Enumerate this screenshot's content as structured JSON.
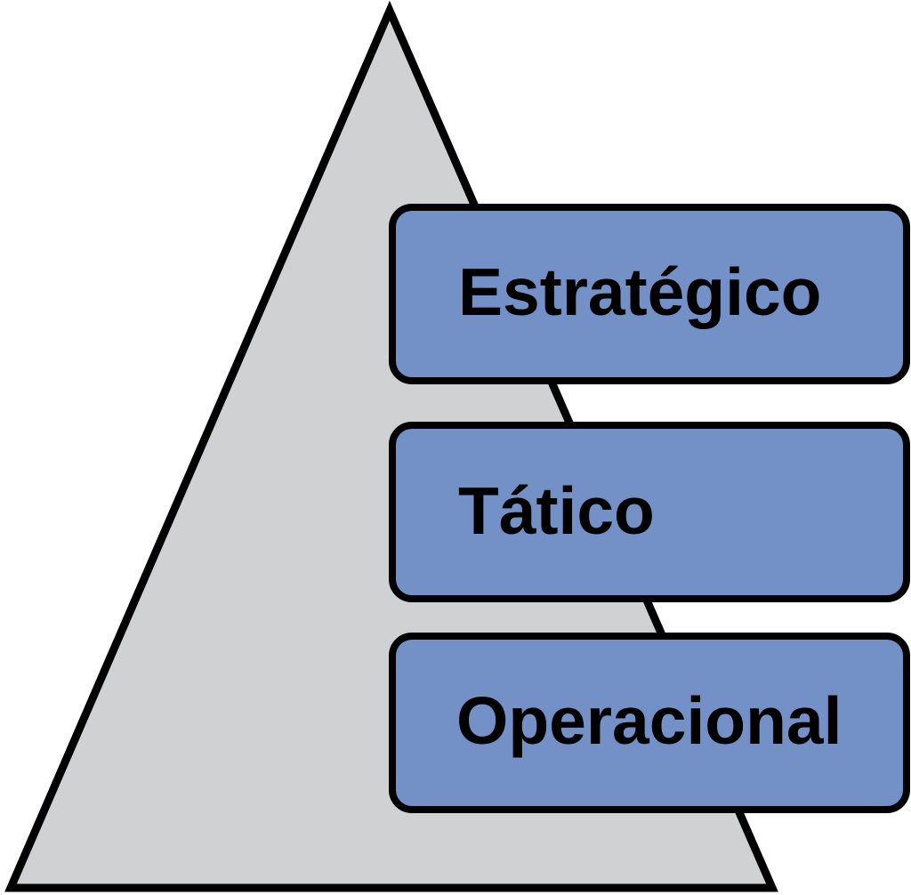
{
  "diagram": {
    "colors": {
      "pyramid_fill": "#d0d1d3",
      "box_fill": "#7390c7",
      "stroke": "#000000",
      "text": "#000000",
      "background": "#ffffff"
    },
    "levels": [
      {
        "label": "Estratégico"
      },
      {
        "label": "Tático"
      },
      {
        "label": "Operacional"
      }
    ]
  }
}
